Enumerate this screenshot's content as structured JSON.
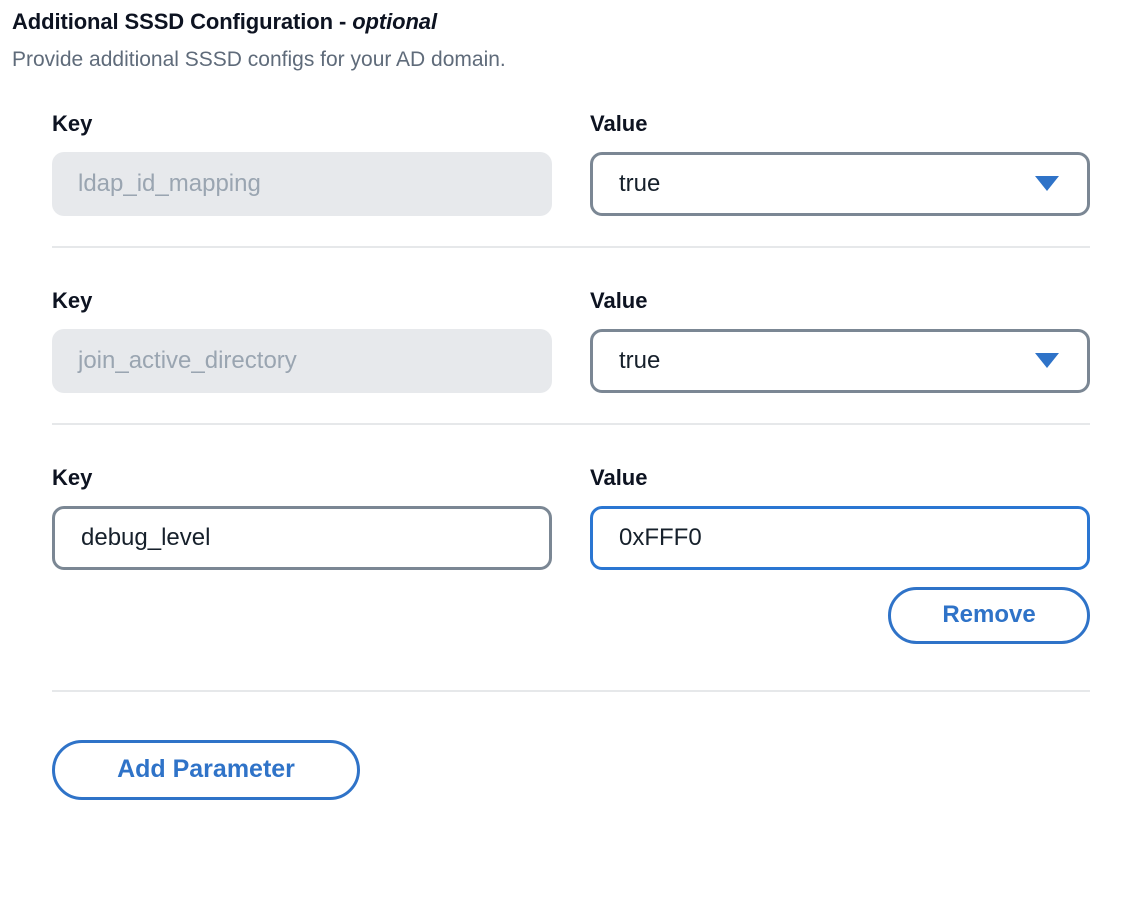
{
  "header": {
    "title_main": "Additional SSSD Configuration - ",
    "title_optional": "optional",
    "subtitle": "Provide additional SSSD configs for your AD domain."
  },
  "labels": {
    "key": "Key",
    "value": "Value"
  },
  "rows": [
    {
      "key_value": "ldap_id_mapping",
      "key_state": "disabled",
      "value_value": "true",
      "value_type": "select",
      "value_state": "outlined"
    },
    {
      "key_value": "join_active_directory",
      "key_state": "disabled",
      "value_value": "true",
      "value_type": "select",
      "value_state": "outlined"
    },
    {
      "key_value": "debug_level",
      "key_state": "outlined",
      "value_value": "0xFFF0",
      "value_type": "text",
      "value_state": "focused"
    }
  ],
  "buttons": {
    "remove": "Remove",
    "add_parameter": "Add Parameter"
  },
  "icons": {
    "caret_down": "chevron-down-icon"
  },
  "colors": {
    "accent_blue": "#2f73c8",
    "focus_blue": "#2a76d2",
    "border_gray": "#7b8794",
    "disabled_bg": "#e7e9ec",
    "disabled_text": "#9aa5b1",
    "divider": "#e6e8ea",
    "title_text": "#0d1321",
    "subtitle_text": "#5f6b7a"
  }
}
